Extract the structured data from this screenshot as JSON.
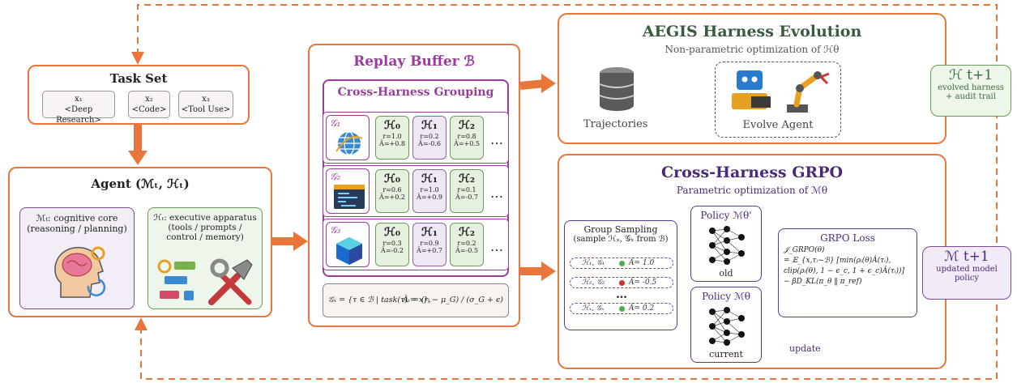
{
  "task_set": {
    "title": "Task Set",
    "tasks": [
      {
        "id": "x₁",
        "label": "<Deep Research>"
      },
      {
        "id": "x₂",
        "label": "<Code>"
      },
      {
        "id": "x₃",
        "label": "<Tool Use>"
      }
    ]
  },
  "agent": {
    "title": "Agent (ℳₜ, ℋₜ)",
    "model_box": {
      "heading": "ℳₜ: cognitive core",
      "sub": "(reasoning / planning)"
    },
    "harness_box": {
      "heading": "ℋₜ: executive apparatus",
      "sub1": "(tools / prompts /",
      "sub2": "control / memory)"
    }
  },
  "replay_buffer": {
    "title": "Replay Buffer ℬ",
    "grouping_title": "Cross-Harness Grouping",
    "groups": [
      {
        "name": "𝒢₁",
        "cells": [
          {
            "h": "ℋ₀",
            "r": "r=1.0",
            "a": "Â=+0.8",
            "tone": "g"
          },
          {
            "h": "ℋ₁",
            "r": "r=0.2",
            "a": "Â=-0.6",
            "tone": "p"
          },
          {
            "h": "ℋ₂",
            "r": "r=0.8",
            "a": "Â=+0.5",
            "tone": "g"
          }
        ]
      },
      {
        "name": "𝒢₂",
        "cells": [
          {
            "h": "ℋ₀",
            "r": "r=0.6",
            "a": "Â=+0.2",
            "tone": "g"
          },
          {
            "h": "ℋ₁",
            "r": "r=1.0",
            "a": "Â=+0.9",
            "tone": "p"
          },
          {
            "h": "ℋ₂",
            "r": "r=0.1",
            "a": "Â=-0.7",
            "tone": "g"
          }
        ]
      },
      {
        "name": "𝒢₃",
        "cells": [
          {
            "h": "ℋ₀",
            "r": "r=0.3",
            "a": "Â=-0.2",
            "tone": "g"
          },
          {
            "h": "ℋ₁",
            "r": "r=0.9",
            "a": "Â=+0.7",
            "tone": "p"
          },
          {
            "h": "ℋ₂",
            "r": "r=0.2",
            "a": "Â=-0.5",
            "tone": "g"
          }
        ]
      }
    ],
    "ellipsis": "…",
    "formula_left": "𝒢ₓ = {τ ∈ ℬ | task(τ) = x},",
    "formula_right": "Âᵢ = (rᵢ − μ_G) / (σ_G + ϵ)"
  },
  "aegis": {
    "title": "AEGIS Harness Evolution",
    "subtitle": "Non-parametric optimization of ℋθ",
    "trajectories_label": "Trajectories",
    "evolve_label": "Evolve Agent",
    "output_title": "ℋ t+1",
    "output_sub1": "evolved harness",
    "output_sub2": "+ audit trail"
  },
  "grpo": {
    "title": "Cross-Harness GRPO",
    "subtitle": "Parametric optimization of ℳθ",
    "sampling_title1": "Group Sampling",
    "sampling_title2": "(sample ℋₓ, 𝒢ₓ from ℬ)",
    "samples": [
      {
        "text": "ℋ₁, 𝒢₁",
        "adv": "Â= 1.0",
        "color": "#4caf50"
      },
      {
        "text": "ℋ₂, 𝒢₂",
        "adv": "Â= -0.5",
        "color": "#d32f2f"
      },
      {
        "text": "ℋₓ, 𝒢ₓ",
        "adv": "Â= 0.2",
        "color": "#4caf50"
      }
    ],
    "sample_ellipsis": "…",
    "policy_old": {
      "title": "Policy ℳθ'",
      "label": "old"
    },
    "policy_cur": {
      "title": "Policy ℳθ",
      "label": "current"
    },
    "loss_title": "GRPO Loss",
    "loss_lines": [
      "𝒥_GRPO(θ)",
      "= 𝔼_{x,τᵢ~ℬ} [min(ρᵢ(θ)Â(τᵢ),",
      "clip(ρᵢ(θ), 1 − ϵ_c, 1 + ϵ_c)Â(τᵢ))]",
      "− βD_KL(π_θ ‖ π_ref)"
    ],
    "update_label": "update",
    "output_title": "ℳ t+1",
    "output_sub1": "updated model",
    "output_sub2": "policy"
  },
  "colors": {
    "orange": "#e8763a",
    "purple": "#9b3b9b",
    "green_arrow": "#4a6e4e",
    "navy": "#3a3a7a"
  }
}
